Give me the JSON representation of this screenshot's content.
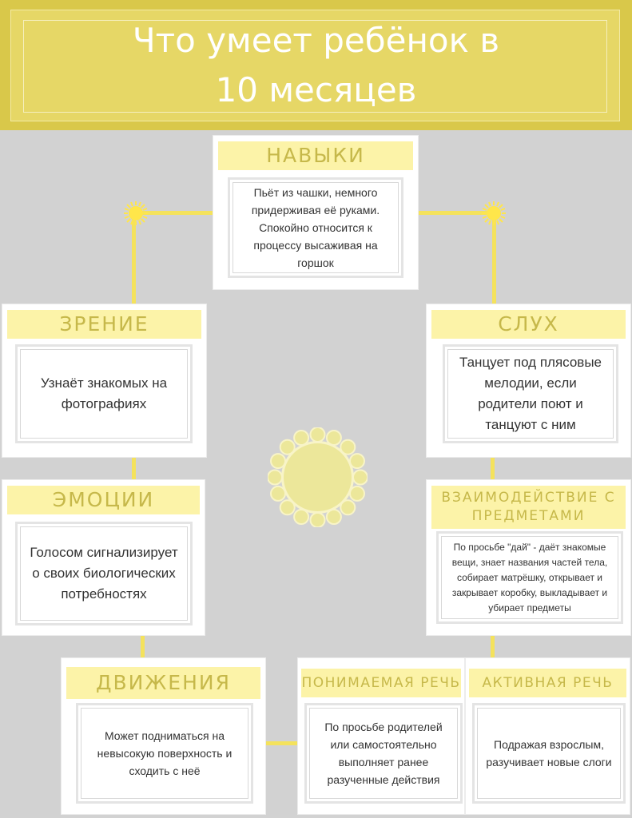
{
  "header": {
    "title_line1": "Что умеет ребёнок в",
    "title_line2": "10 месяцев"
  },
  "cards": {
    "navyki": {
      "title": "НАВЫКИ",
      "text": "Пьёт из чашки, немного придерживая её руками. Спокойно относится к процессу высаживая на горшок"
    },
    "zrenie": {
      "title": "ЗРЕНИЕ",
      "text": "Узнаёт знакомых на фотографиях"
    },
    "sluh": {
      "title": "СЛУХ",
      "text": "Танцует под плясовые мелодии, если родители поют и танцуют с ним"
    },
    "emocii": {
      "title": "ЭМОЦИИ",
      "text": "Голосом сигнализирует о своих биологических потребностях"
    },
    "vzaimodeistvie": {
      "title_line1": "ВЗАИМОДЕЙСТВИЕ С",
      "title_line2": "ПРЕДМЕТАМИ",
      "text": "По просьбе \"дай\" - даёт знакомые вещи, знает названия частей тела, собирает матрёшку, открывает и закрывает коробку, выкладывает и убирает предметы"
    },
    "dvizheniya": {
      "title": "ДВИЖЕНИЯ",
      "text": "Может подниматься на невысокую поверхность и сходить с неё"
    },
    "ponimaemaya": {
      "title": "ПОНИМАЕМАЯ РЕЧЬ",
      "text": "По просьбе родителей или самостоятельно выполняет ранее разученные действия"
    },
    "aktivnaya": {
      "title": "АКТИВНАЯ РЕЧЬ",
      "text": "Подражая взрослым, разучивает новые слоги"
    }
  },
  "colors": {
    "header_bg": "#d9c84a",
    "title_band": "#fcf3a8",
    "title_text": "#c6b84a",
    "connector": "#f4e25c",
    "background": "#d2d2d2"
  },
  "icons": [
    "sun-icon-left",
    "sun-icon-right",
    "sun-icon-center"
  ]
}
